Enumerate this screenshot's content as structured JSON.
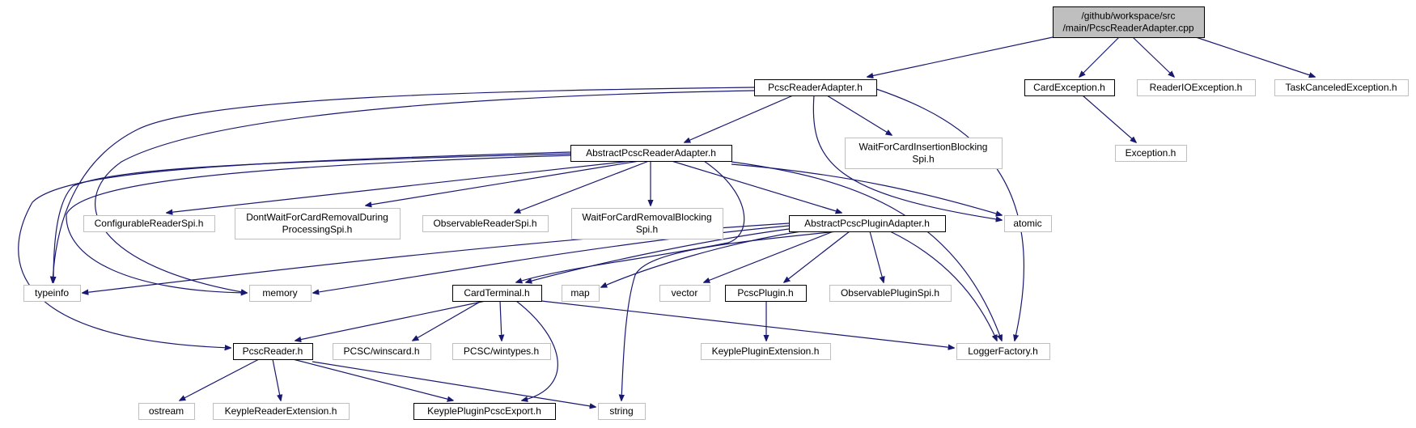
{
  "graph": {
    "nodes": {
      "root": {
        "lines": [
          "/github/workspace/src",
          "/main/PcscReaderAdapter.cpp"
        ],
        "style": "root"
      },
      "pcscReaderAdapter": {
        "lines": [
          "PcscReaderAdapter.h"
        ],
        "style": "doc"
      },
      "cardException": {
        "lines": [
          "CardException.h"
        ],
        "style": "doc"
      },
      "readerIOException": {
        "lines": [
          "ReaderIOException.h"
        ],
        "style": "ext"
      },
      "taskCanceledException": {
        "lines": [
          "TaskCanceledException.h"
        ],
        "style": "ext"
      },
      "exception": {
        "lines": [
          "Exception.h"
        ],
        "style": "ext"
      },
      "waitForCardInsertion": {
        "lines": [
          "WaitForCardInsertionBlocking",
          "Spi.h"
        ],
        "style": "ext"
      },
      "abstractPcscReaderAdapter": {
        "lines": [
          "AbstractPcscReaderAdapter.h"
        ],
        "style": "doc"
      },
      "configurableReaderSpi": {
        "lines": [
          "ConfigurableReaderSpi.h"
        ],
        "style": "ext"
      },
      "dontWaitForCardRemoval": {
        "lines": [
          "DontWaitForCardRemovalDuring",
          "ProcessingSpi.h"
        ],
        "style": "ext"
      },
      "observableReaderSpi": {
        "lines": [
          "ObservableReaderSpi.h"
        ],
        "style": "ext"
      },
      "waitForCardRemoval": {
        "lines": [
          "WaitForCardRemovalBlocking",
          "Spi.h"
        ],
        "style": "ext"
      },
      "abstractPcscPluginAdapter": {
        "lines": [
          "AbstractPcscPluginAdapter.h"
        ],
        "style": "doc"
      },
      "atomic": {
        "lines": [
          "atomic"
        ],
        "style": "ext"
      },
      "typeinfo": {
        "lines": [
          "typeinfo"
        ],
        "style": "ext"
      },
      "memory": {
        "lines": [
          "memory"
        ],
        "style": "ext"
      },
      "cardTerminal": {
        "lines": [
          "CardTerminal.h"
        ],
        "style": "doc"
      },
      "map": {
        "lines": [
          "map"
        ],
        "style": "ext"
      },
      "vector": {
        "lines": [
          "vector"
        ],
        "style": "ext"
      },
      "pcscPlugin": {
        "lines": [
          "PcscPlugin.h"
        ],
        "style": "doc"
      },
      "observablePluginSpi": {
        "lines": [
          "ObservablePluginSpi.h"
        ],
        "style": "ext"
      },
      "pcscReader": {
        "lines": [
          "PcscReader.h"
        ],
        "style": "doc"
      },
      "winscard": {
        "lines": [
          "PCSC/winscard.h"
        ],
        "style": "ext"
      },
      "wintypes": {
        "lines": [
          "PCSC/wintypes.h"
        ],
        "style": "ext"
      },
      "keyplePluginExtension": {
        "lines": [
          "KeyplePluginExtension.h"
        ],
        "style": "ext"
      },
      "loggerFactory": {
        "lines": [
          "LoggerFactory.h"
        ],
        "style": "ext"
      },
      "ostream": {
        "lines": [
          "ostream"
        ],
        "style": "ext"
      },
      "keypleReaderExtension": {
        "lines": [
          "KeypleReaderExtension.h"
        ],
        "style": "ext"
      },
      "keyplePluginPcscExport": {
        "lines": [
          "KeyplePluginPcscExport.h"
        ],
        "style": "doc"
      },
      "string": {
        "lines": [
          "string"
        ],
        "style": "ext"
      }
    },
    "colors": {
      "edge": "#191970",
      "root_fill": "#bfbfbf",
      "root_border": "#000000",
      "doc_border": "#000000",
      "ext_border": "#bfbfbf",
      "text": "#000000",
      "background": "#ffffff"
    }
  }
}
